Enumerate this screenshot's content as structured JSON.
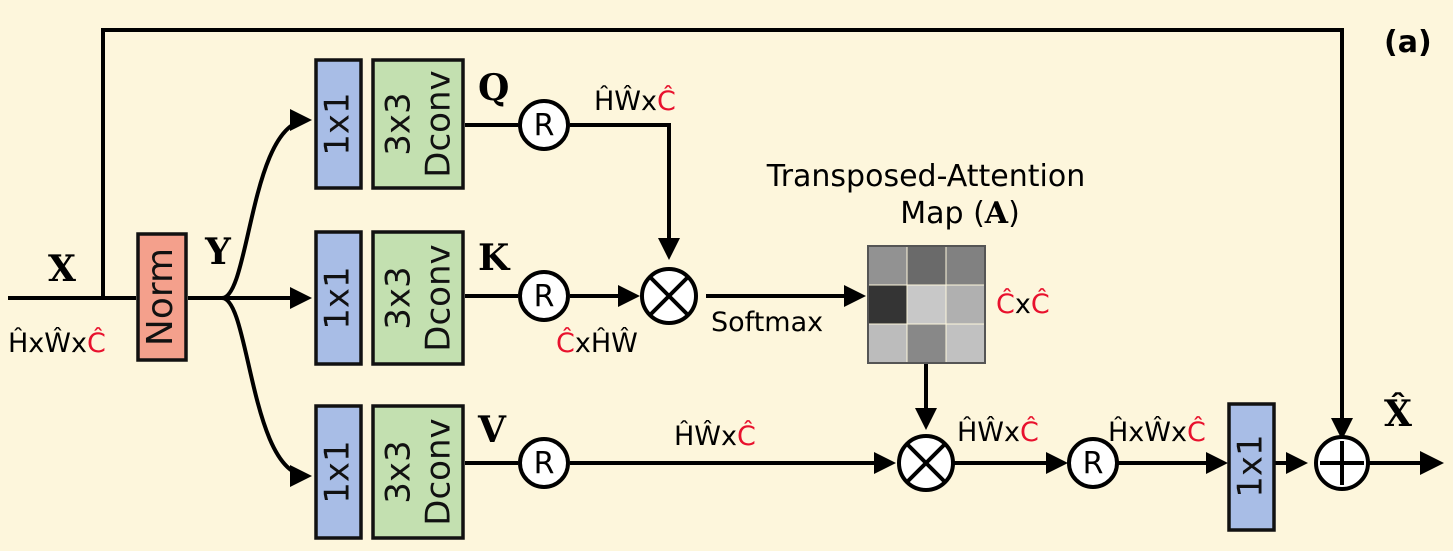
{
  "panel_label": "(a)",
  "colors": {
    "background": "#fdf6dc",
    "norm": "#f4a08c",
    "conv1x1": "#a8bde6",
    "dconv": "#c3e0b0",
    "highlight": "#e8112d"
  },
  "input": {
    "symbol": "X",
    "dims": {
      "prefix": "ĤxŴx",
      "accent": "Ĉ"
    }
  },
  "norm_label": "Norm",
  "y_label": "Y",
  "branches": [
    {
      "id": "q",
      "symbol": "Q",
      "conv1x1": "1x1",
      "dconv_line1": "3x3",
      "dconv_line2": "Dconv",
      "reshape": "R"
    },
    {
      "id": "k",
      "symbol": "K",
      "conv1x1": "1x1",
      "dconv_line1": "3x3",
      "dconv_line2": "Dconv",
      "reshape": "R"
    },
    {
      "id": "v",
      "symbol": "V",
      "conv1x1": "1x1",
      "dconv_line1": "3x3",
      "dconv_line2": "Dconv",
      "reshape": "R"
    }
  ],
  "dim_labels": {
    "q_out": {
      "prefix": "ĤŴx",
      "accent": "Ĉ"
    },
    "k_out": {
      "accent": "Ĉ",
      "suffix": "xĤŴ"
    },
    "v_out": {
      "prefix": "ĤŴx",
      "accent": "Ĉ"
    },
    "attn_map": {
      "accent1": "Ĉ",
      "mid": "x",
      "accent2": "Ĉ"
    },
    "mult2_out": {
      "prefix": "ĤŴx",
      "accent": "Ĉ"
    },
    "r_out": {
      "prefix": "ĤxŴx",
      "accent": "Ĉ"
    }
  },
  "softmax_label": "Softmax",
  "attention": {
    "title_line1": "Transposed-Attention",
    "title_line2_prefix": "Map (",
    "title_symbol": "A",
    "title_line2_suffix": ")",
    "cells": [
      [
        0.62,
        0.45,
        0.55
      ],
      [
        0.22,
        0.85,
        0.75
      ],
      [
        0.8,
        0.58,
        0.82
      ]
    ]
  },
  "output_conv": "1x1",
  "reshape_final": "R",
  "output_symbol": "X̂",
  "ops": {
    "multiply": "⊗",
    "add": "⊕"
  }
}
